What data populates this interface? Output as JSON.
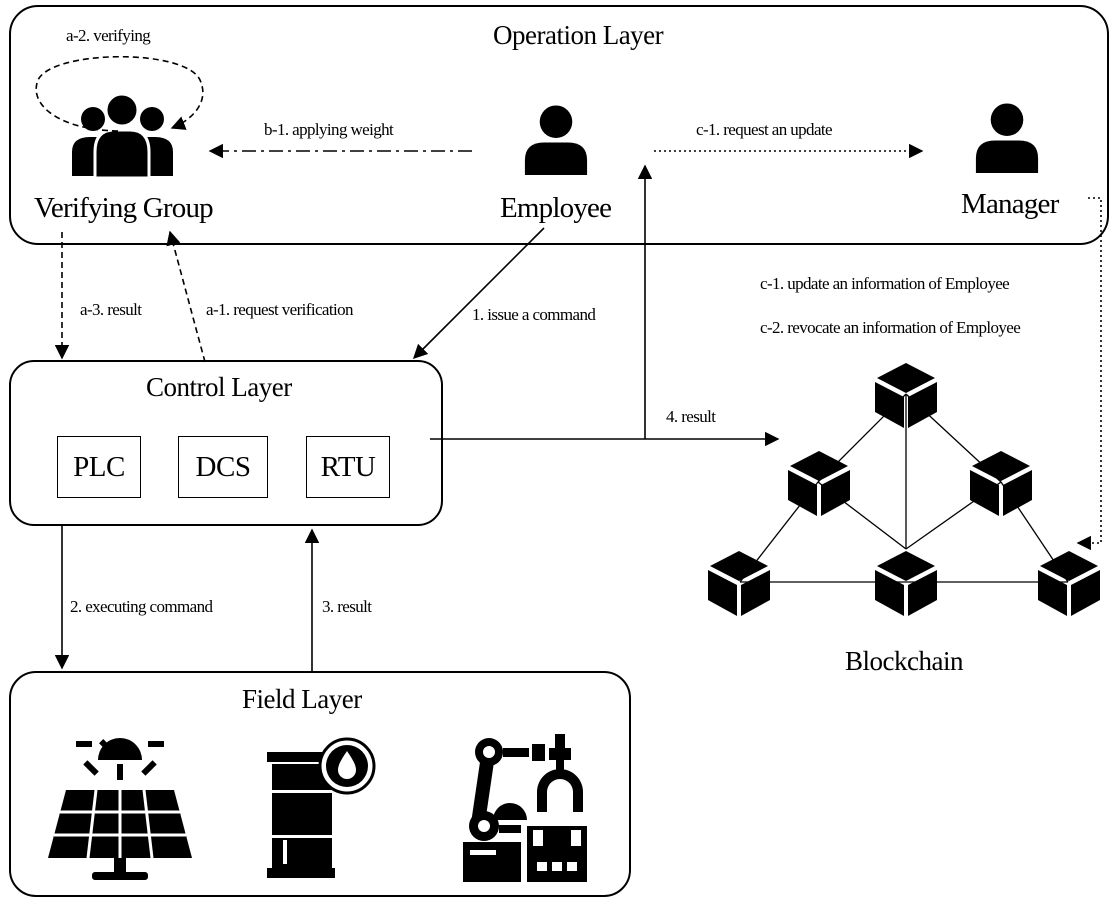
{
  "layers": {
    "operation": "Operation Layer",
    "control": "Control Layer",
    "field": "Field Layer"
  },
  "actors": {
    "verifying_group": "Verifying Group",
    "employee": "Employee",
    "manager": "Manager",
    "blockchain": "Blockchain"
  },
  "devices": [
    "PLC",
    "DCS",
    "RTU"
  ],
  "edges": {
    "a2": "a-2. verifying",
    "b1": "b-1. applying weight",
    "c1_request": "c-1. request an update",
    "a3": "a-3. result",
    "a1": "a-1. request verification",
    "issue": "1. issue a command",
    "c1_update": "c-1. update an information of Employee",
    "c2_revoke": "c-2. revocate an information of Employee",
    "result4": "4. result",
    "exec2": "2. executing command",
    "result3": "3. result"
  },
  "icons": [
    "group-icon",
    "person-icon",
    "solar-panel-icon",
    "oil-barrel-icon",
    "robot-factory-icon",
    "cube-node-icon"
  ]
}
